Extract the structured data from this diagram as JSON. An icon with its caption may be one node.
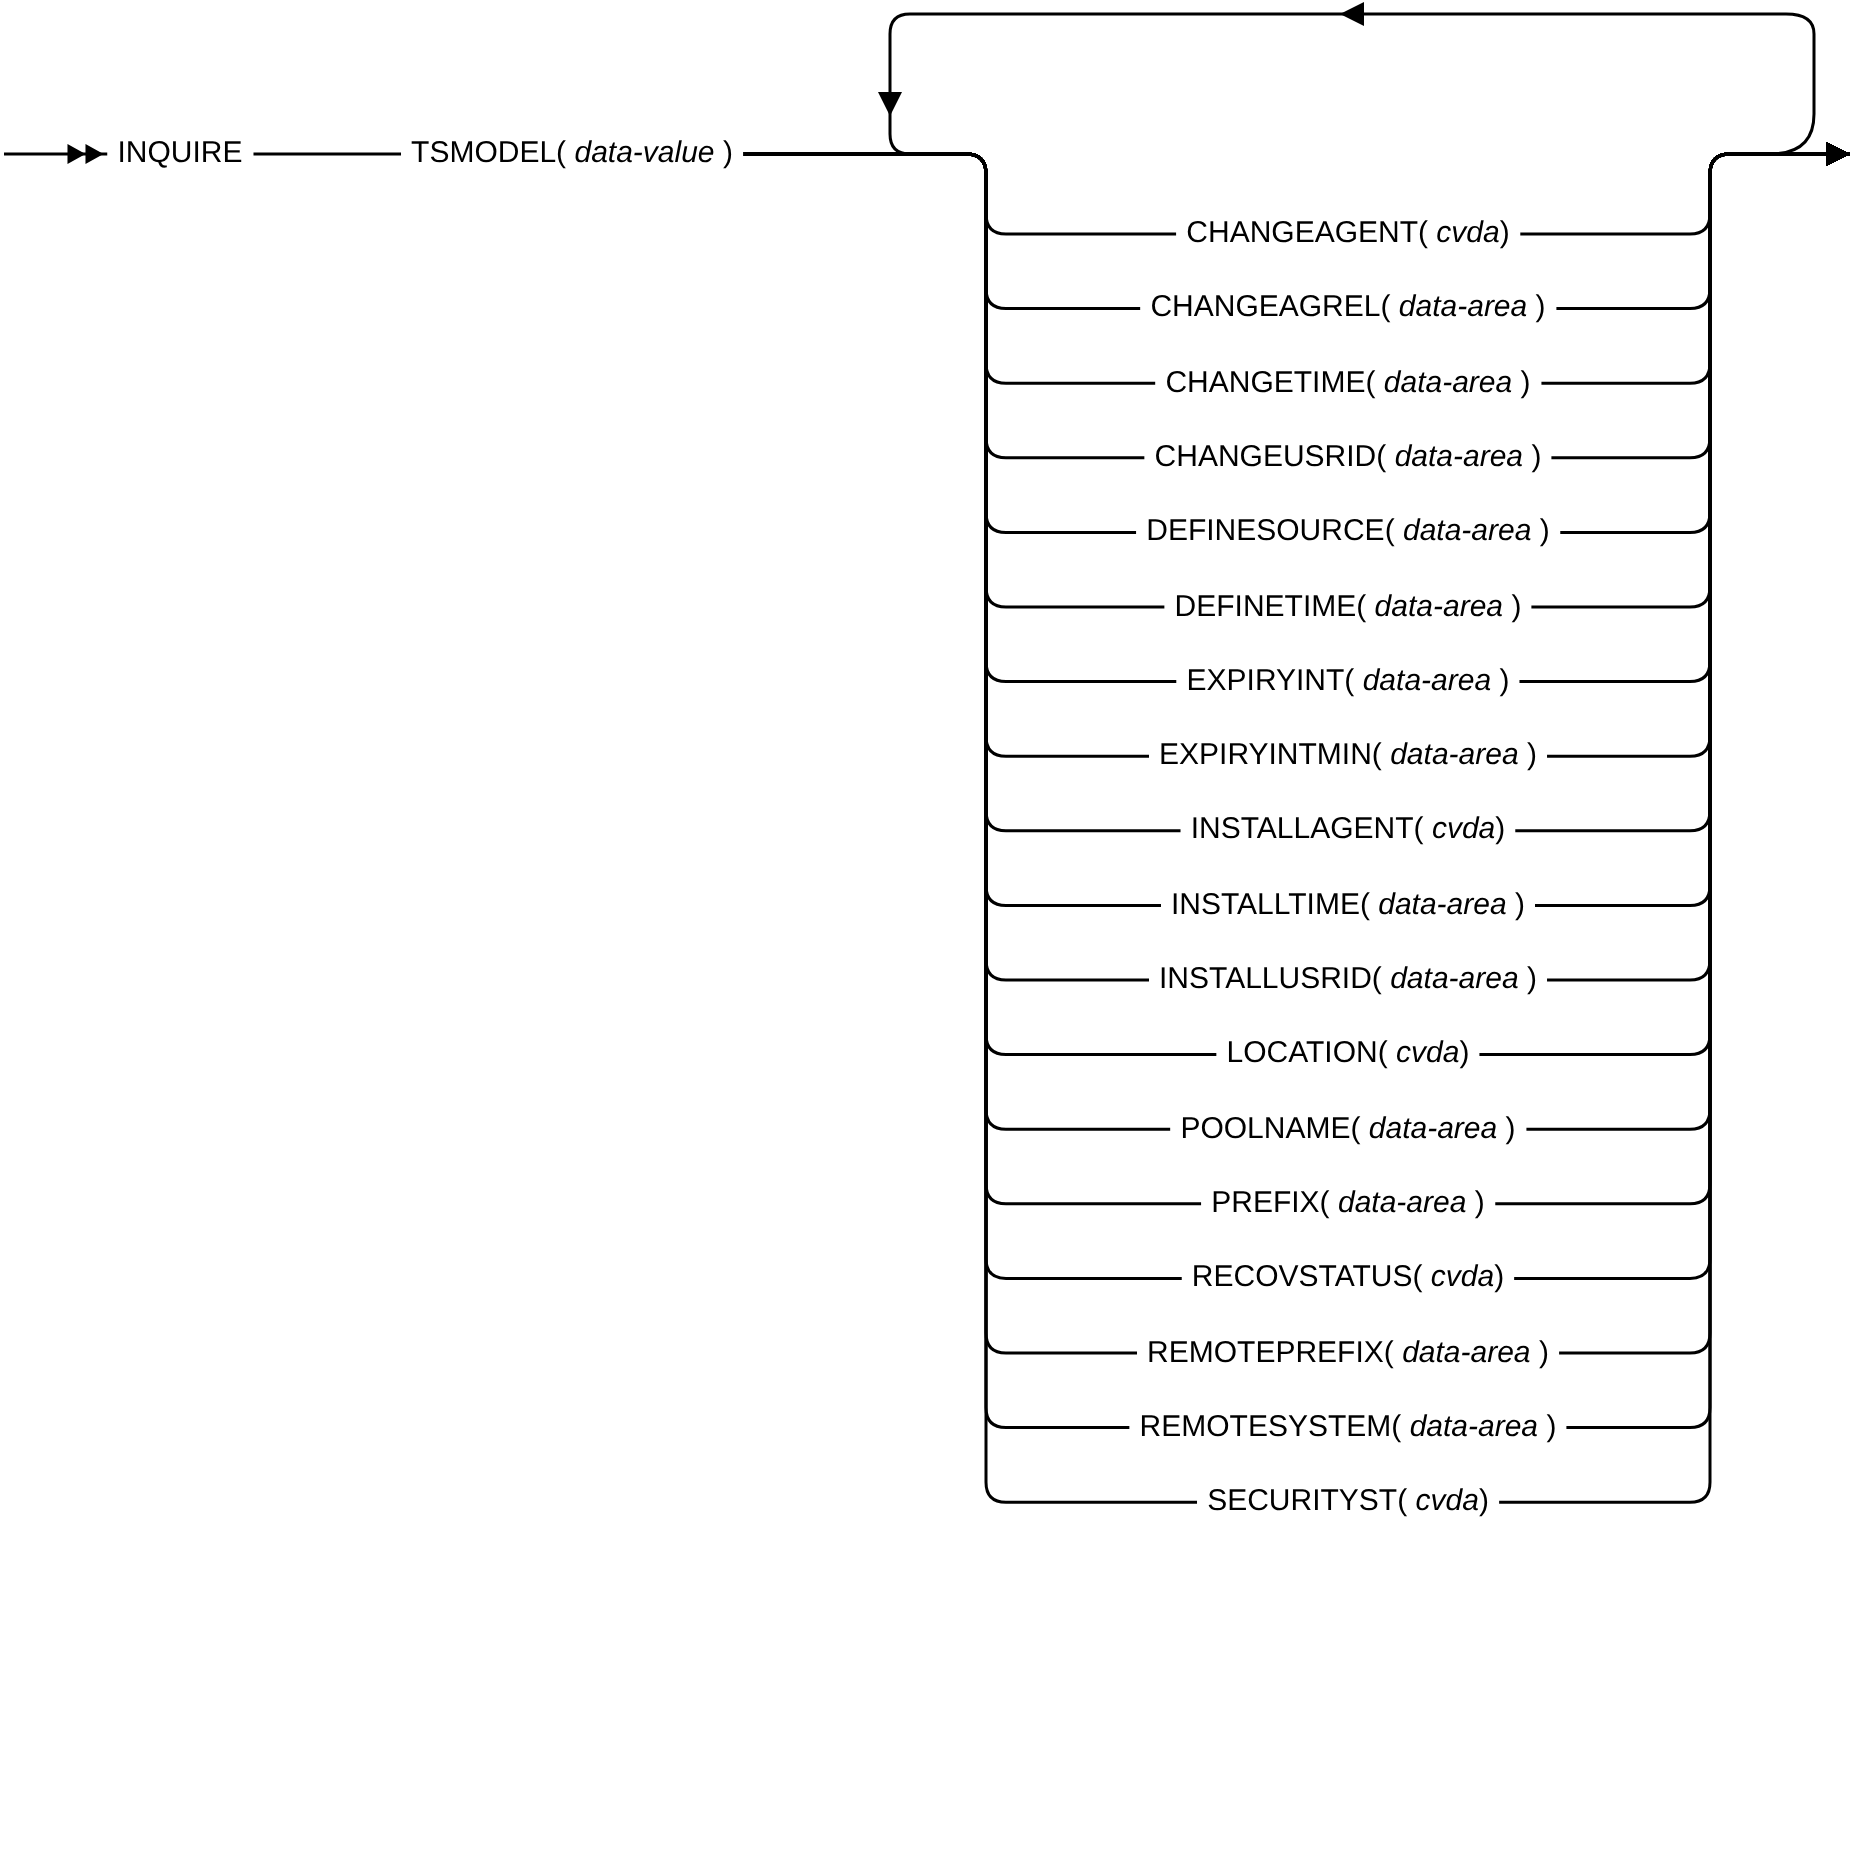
{
  "diagram": {
    "nodes": [
      {
        "text": [
          "INQUIRE"
        ]
      },
      {
        "text": [
          "TSMODEL( *data-value* )"
        ]
      },
      {
        "text": [
          "CHANGEAGENT( *cvda*)"
        ]
      },
      {
        "text": [
          "CHANGEAGREL( *data-area* )"
        ]
      },
      {
        "text": [
          "CHANGETIME( *data-area* )"
        ]
      },
      {
        "text": [
          "CHANGEUSRID( *data-area* )"
        ]
      },
      {
        "text": [
          "DEFINESOURCE( *data-area* )"
        ]
      },
      {
        "text": [
          "DEFINETIME( *data-area* )"
        ]
      },
      {
        "text": [
          "EXPIRYINT( *data-area* )"
        ]
      },
      {
        "text": [
          "EXPIRYINTMIN( *data-area* )"
        ]
      },
      {
        "text": [
          "INSTALLAGENT( *cvda*)"
        ]
      },
      {
        "text": [
          "INSTALLTIME( *data-area* )"
        ]
      },
      {
        "text": [
          "INSTALLUSRID( *data-area* )"
        ]
      },
      {
        "text": [
          "LOCATION( *cvda*)"
        ]
      },
      {
        "text": [
          "POOLNAME( *data-area* )"
        ]
      },
      {
        "text": [
          "PREFIX( *data-area* )"
        ]
      },
      {
        "text": [
          "RECOVSTATUS( *cvda*)"
        ]
      },
      {
        "text": [
          "REMOTEPREFIX( *data-area* )"
        ]
      },
      {
        "text": [
          "REMOTESYSTEM( *data-area* )"
        ]
      },
      {
        "text": [
          "SECURITYST( *cvda*)"
        ]
      }
    ],
    "edges": [
      {
        "from": null,
        "to": 0,
        "arrow": "to"
      },
      {
        "from": 0,
        "to": 1,
        "arrow": "none"
      },
      {
        "from": 1,
        "to": 2,
        "arrow": "none"
      },
      {
        "from": 1,
        "to": 3,
        "arrow": "none"
      },
      {
        "from": 1,
        "to": 4,
        "arrow": "none"
      },
      {
        "from": 1,
        "to": 5,
        "arrow": "none"
      },
      {
        "from": 1,
        "to": 6,
        "arrow": "none"
      },
      {
        "from": 1,
        "to": 7,
        "arrow": "none"
      },
      {
        "from": 1,
        "to": 8,
        "arrow": "none"
      },
      {
        "from": 1,
        "to": 9,
        "arrow": "none"
      },
      {
        "from": 1,
        "to": 10,
        "arrow": "none"
      },
      {
        "from": 1,
        "to": 11,
        "arrow": "none"
      },
      {
        "from": 1,
        "to": 12,
        "arrow": "none"
      },
      {
        "from": 1,
        "to": 13,
        "arrow": "none"
      },
      {
        "from": 1,
        "to": 14,
        "arrow": "none"
      },
      {
        "from": 1,
        "to": 15,
        "arrow": "none"
      },
      {
        "from": 1,
        "to": 16,
        "arrow": "none"
      },
      {
        "from": 1,
        "to": 17,
        "arrow": "none"
      },
      {
        "from": 1,
        "to": 18,
        "arrow": "none"
      },
      {
        "from": 1,
        "to": 19,
        "arrow": "none"
      },
      {
        "from": 2,
        "to": null,
        "arrow": "to"
      },
      {
        "from": 3,
        "to": null,
        "arrow": "to"
      },
      {
        "from": 4,
        "to": null,
        "arrow": "to"
      },
      {
        "from": 5,
        "to": null,
        "arrow": "to"
      },
      {
        "from": 6,
        "to": null,
        "arrow": "to"
      },
      {
        "from": 7,
        "to": null,
        "arrow": "to"
      },
      {
        "from": 8,
        "to": null,
        "arrow": "to"
      },
      {
        "from": 9,
        "to": null,
        "arrow": "to"
      },
      {
        "from": 10,
        "to": null,
        "arrow": "to"
      },
      {
        "from": 11,
        "to": null,
        "arrow": "to"
      },
      {
        "from": 12,
        "to": null,
        "arrow": "to"
      },
      {
        "from": 13,
        "to": null,
        "arrow": "to"
      },
      {
        "from": 14,
        "to": null,
        "arrow": "to"
      },
      {
        "from": 15,
        "to": null,
        "arrow": "to"
      },
      {
        "from": 16,
        "to": null,
        "arrow": "to"
      },
      {
        "from": 17,
        "to": null,
        "arrow": "to"
      },
      {
        "from": 18,
        "to": null,
        "arrow": "to"
      },
      {
        "from": 19,
        "to": null,
        "arrow": "to"
      }
    ]
  }
}
